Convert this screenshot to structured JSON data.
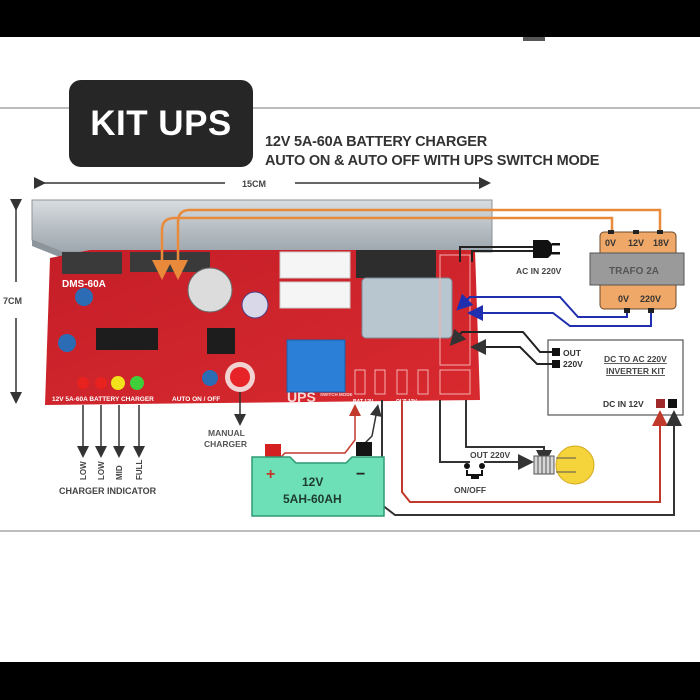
{
  "badge": {
    "label": "KIT UPS"
  },
  "title": {
    "line1": "12V 5A-60A BATTERY CHARGER",
    "line2": "AUTO ON & AUTO OFF WITH UPS SWITCH MODE"
  },
  "dimensions": {
    "width": "15CM",
    "height": "7CM"
  },
  "pcb": {
    "model": "DMS-60A",
    "bottom_label": "12V 5A-60A BATTERY CHARGER",
    "auto_label": "AUTO ON / OFF",
    "brand": "UPS",
    "brand_sub": "SWITCH MODE",
    "terminal_bat": "BAT 12V",
    "terminal_out": "OUT 12V",
    "color": "#c8202a"
  },
  "transformer": {
    "name": "TRAFO 2A",
    "secondary_taps": [
      "0V",
      "12V",
      "18V"
    ],
    "primary_taps": [
      "0V",
      "220V"
    ],
    "color": "#f0a868"
  },
  "ac_in": {
    "label": "AC IN 220V"
  },
  "inverter": {
    "title_line1": "DC TO AC 220V",
    "title_line2": "INVERTER KIT",
    "out_label_1": "OUT",
    "out_label_2": "220V",
    "dc_in_label": "DC IN 12V"
  },
  "battery": {
    "voltage": "12V",
    "capacity": "5AH-60AH",
    "plus": "+",
    "minus": "−",
    "color": "#6ee0b8"
  },
  "manual_charger": {
    "line1": "MANUAL",
    "line2": "CHARGER"
  },
  "charger_indicator": {
    "title": "CHARGER INDICATOR",
    "leds": [
      {
        "label": "LOW",
        "color": "#e8231f"
      },
      {
        "label": "LOW",
        "color": "#e8231f"
      },
      {
        "label": "MID",
        "color": "#f2e21c"
      },
      {
        "label": "FULL",
        "color": "#3fcf3a"
      }
    ]
  },
  "load": {
    "out_label": "OUT 220V",
    "switch_label": "ON/OFF",
    "bulb_color": "#f5d33a"
  }
}
